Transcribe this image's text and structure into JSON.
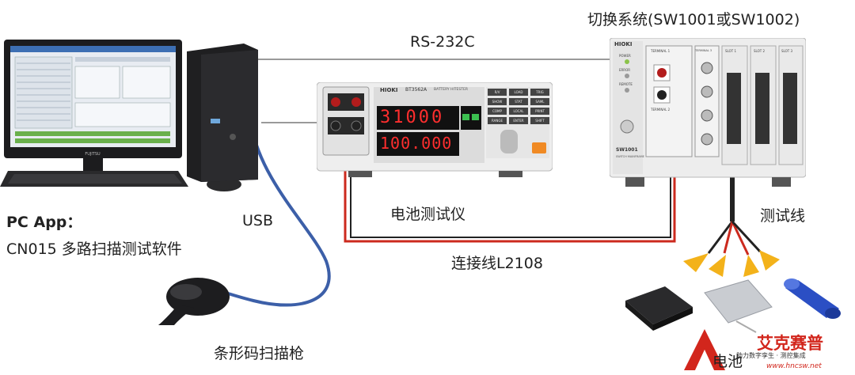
{
  "labels": {
    "rs232c": "RS-232C",
    "switch_system": "切换系统(SW1001或SW1002)",
    "usb": "USB",
    "pc_app_title": "PC App：",
    "pc_app_desc": "CN015 多路扫描测试软件",
    "battery_tester": "电池测试仪",
    "test_leads": "测试线",
    "connection_cable": "连接线L2108",
    "barcode_scanner": "条形码扫描枪",
    "battery_partial": "电池"
  },
  "tester": {
    "brand": "HIOKI",
    "model": "BT3562A",
    "subtitle": "BATTERY HITESTER",
    "display_top": "31000",
    "display_bottom": "100.000",
    "keys": [
      "R/V",
      "LOAD",
      "TRIG",
      "SHOW",
      "STAT",
      "SAML",
      "COMP",
      "LOCAL",
      "PRINT",
      "RANGE",
      "ENTER",
      "SHIFT"
    ]
  },
  "switch_unit": {
    "brand": "HIOKI",
    "model": "SW1001",
    "model_sub": "SWITCH MAINFRAME",
    "indicators": [
      "POWER",
      "ERROR",
      "REMOTE"
    ],
    "slots": [
      "SLOT 1",
      "SLOT 2",
      "SLOT 3"
    ],
    "terminals": [
      "TERMINAL 1",
      "TERMINAL 2",
      "TERMINAL 3"
    ]
  },
  "monitor_brand": "FUJITSU",
  "watermark": {
    "brand_cn": "艾克赛普",
    "tagline": "助力数字孪生 · 测控集成",
    "url": "www.hncsw.net"
  },
  "colors": {
    "red_cable": "#cc2a1e",
    "gray_line": "#9a9a9a",
    "usb_cable": "#3c5fa8",
    "arrow_yellow": "#f3b21a",
    "watermark_red": "#d2261c"
  }
}
